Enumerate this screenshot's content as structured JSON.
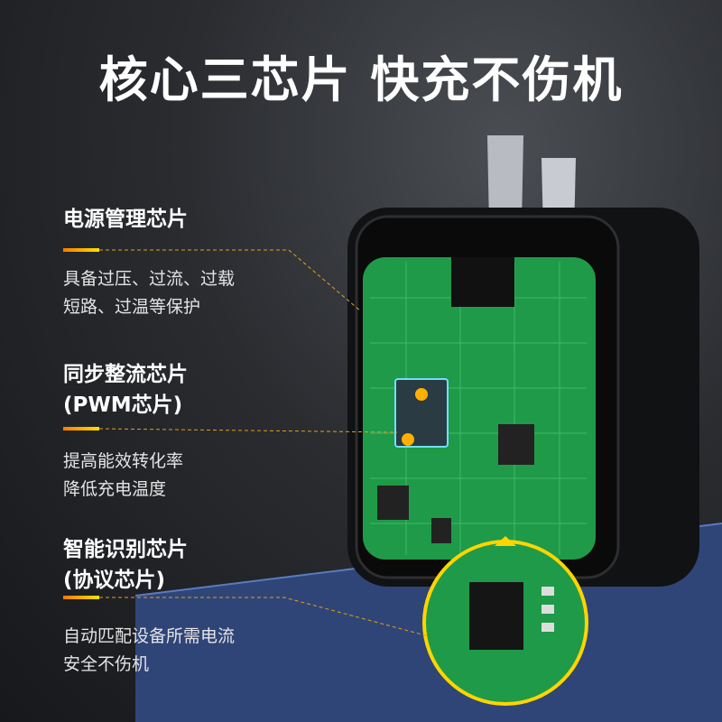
{
  "headline": "核心三芯片 快充不伤机",
  "features": [
    {
      "title_lines": [
        "电源管理芯片"
      ],
      "desc_lines": [
        "具备过压、过流、过载",
        "短路、过温等保护"
      ]
    },
    {
      "title_lines": [
        "同步整流芯片",
        "(PWM芯片)"
      ],
      "desc_lines": [
        "提高能效转化率",
        "降低充电温度"
      ]
    },
    {
      "title_lines": [
        "智能识别芯片",
        "(协议芯片)"
      ],
      "desc_lines": [
        "自动匹配设备所需电流",
        "安全不伤机"
      ]
    }
  ],
  "colors": {
    "accent_start": "#ff7a00",
    "accent_end": "#ffe000",
    "pcb": "#1f9a48",
    "slab": "#2f4577"
  }
}
